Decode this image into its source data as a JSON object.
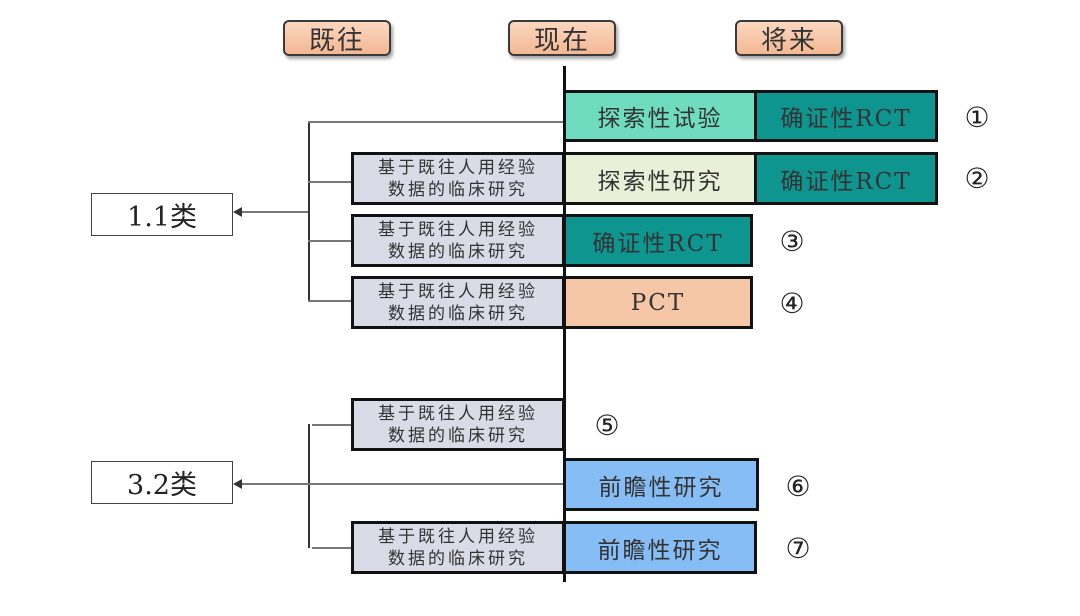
{
  "phases": {
    "past": "既往",
    "present": "现在",
    "future": "将来"
  },
  "categories": {
    "cat_1_1": "1.1类",
    "cat_3_2": "3.2类"
  },
  "historical_label": "基于既往人用经验数据的临床研究",
  "historical_lines": [
    "基于既往人用经验",
    "数据的临床研究"
  ],
  "pathways": [
    {
      "number": "①",
      "category": "1.1类",
      "historical": false,
      "stages": [
        "探索性试验",
        "确证性RCT"
      ]
    },
    {
      "number": "②",
      "category": "1.1类",
      "historical": true,
      "stages": [
        "探索性研究",
        "确证性RCT"
      ]
    },
    {
      "number": "③",
      "category": "1.1类",
      "historical": true,
      "stages": [
        "确证性RCT"
      ]
    },
    {
      "number": "④",
      "category": "1.1类",
      "historical": true,
      "stages": [
        "PCT"
      ]
    },
    {
      "number": "⑤",
      "category": "3.2类",
      "historical": true,
      "stages": []
    },
    {
      "number": "⑥",
      "category": "3.2类",
      "historical": false,
      "stages": [
        "前瞻性研究"
      ]
    },
    {
      "number": "⑦",
      "category": "3.2类",
      "historical": true,
      "stages": [
        "前瞻性研究"
      ]
    }
  ],
  "colors": {
    "exploratory_trial": "#6fdcc0",
    "exploratory_study": "#e8f0d8",
    "confirmatory_rct": "#0e958f",
    "pct": "#f6c7a6",
    "prospective": "#86bdf5",
    "historical": "#d9dbe6"
  }
}
